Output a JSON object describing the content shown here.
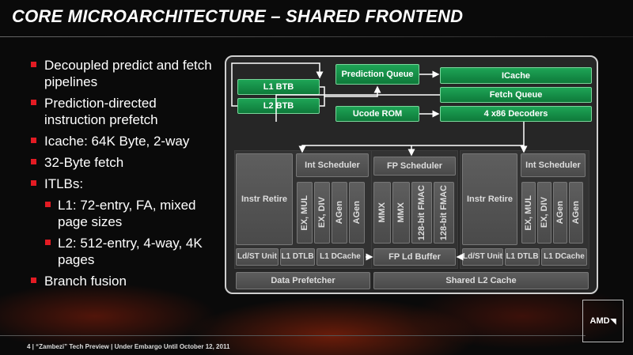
{
  "slide": {
    "title": "CORE MICROARCHITECTURE – SHARED FRONTEND",
    "bullets": [
      {
        "text": "Decoupled predict and fetch pipelines"
      },
      {
        "text": "Prediction-directed instruction prefetch"
      },
      {
        "text": "Icache: 64K Byte, 2-way"
      },
      {
        "text": "32-Byte fetch"
      },
      {
        "text": "ITLBs:"
      },
      {
        "text": "Branch fusion"
      }
    ],
    "sub_bullets": [
      {
        "text": "L1: 72-entry, FA, mixed page sizes"
      },
      {
        "text": "L2: 512-entry, 4-way, 4K pages"
      }
    ],
    "footer": "4  |  “Zambezi” Tech Preview | Under Embargo Until October 12, 2011",
    "logo": "AMD"
  },
  "diagram": {
    "frontend": {
      "l1_btb": "L1 BTB",
      "l2_btb": "L2 BTB",
      "prediction_queue": "Prediction Queue",
      "icache": "ICache",
      "fetch_queue": "Fetch Queue",
      "ucode_rom": "Ucode ROM",
      "decoders": "4 x86 Decoders"
    },
    "core_left": {
      "instr_retire": "Instr Retire",
      "int_scheduler": "Int Scheduler",
      "units": [
        "EX, MUL",
        "EX, DIV",
        "AGen",
        "AGen"
      ],
      "ldst_unit": "Ld/ST Unit",
      "l1_dtlb": "L1 DTLB",
      "l1_dcache": "L1 DCache"
    },
    "fpu": {
      "scheduler": "FP Scheduler",
      "units": [
        "MMX",
        "MMX",
        "128-bit FMAC",
        "128-bit FMAC"
      ],
      "ld_buffer": "FP Ld Buffer"
    },
    "core_right": {
      "instr_retire": "Instr Retire",
      "int_scheduler": "Int Scheduler",
      "units": [
        "EX, MUL",
        "EX, DIV",
        "AGen",
        "AGen"
      ],
      "ldst_unit": "Ld/ST Unit",
      "l1_dtlb": "L1 DTLB",
      "l1_dcache": "L1 DCache"
    },
    "data_prefetcher": "Data Prefetcher",
    "shared_l2": "Shared L2 Cache"
  },
  "colors": {
    "accent_red": "#e31b23",
    "block_green": "#1a9a4e"
  }
}
